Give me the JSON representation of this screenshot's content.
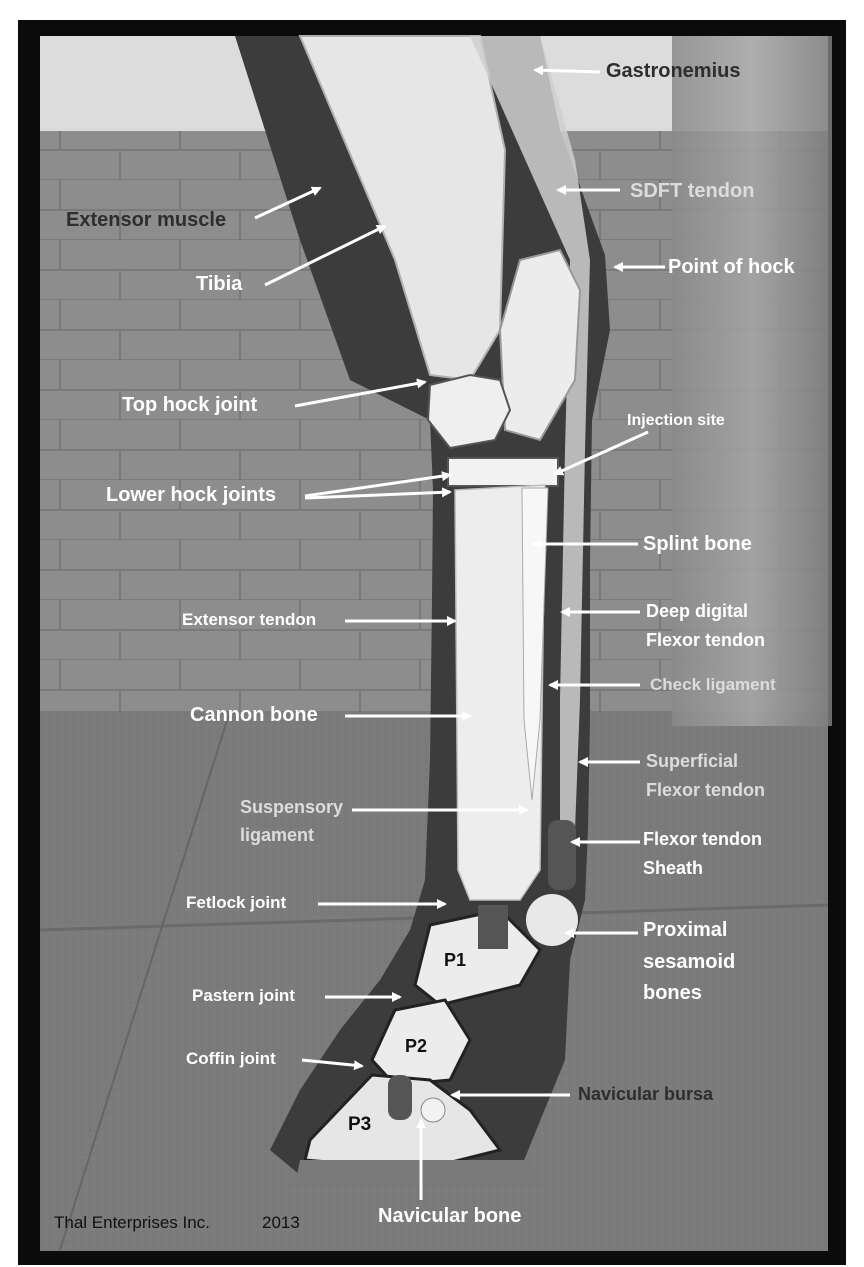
{
  "labels": {
    "gastrocnemius": "Gastronemius",
    "sdft_tendon": "SDFT tendon",
    "extensor_muscle": "Extensor muscle",
    "point_of_hock": "Point of hock",
    "tibia": "Tibia",
    "top_hock_joint": "Top hock joint",
    "injection_site": "Injection site",
    "lower_hock_joints": "Lower hock joints",
    "splint_bone": "Splint bone",
    "extensor_tendon": "Extensor tendon",
    "deep_digital_1": "Deep digital",
    "deep_digital_2": "Flexor tendon",
    "check_ligament": "Check ligament",
    "cannon_bone": "Cannon bone",
    "superficial_1": "Superficial",
    "superficial_2": "Flexor tendon",
    "suspensory_1": "Suspensory",
    "suspensory_2": "ligament",
    "flexor_sheath_1": "Flexor tendon",
    "flexor_sheath_2": "Sheath",
    "fetlock_joint": "Fetlock joint",
    "proximal_1": "Proximal",
    "proximal_2": "sesamoid",
    "proximal_3": "bones",
    "p1": "P1",
    "pastern_joint": "Pastern joint",
    "p2": "P2",
    "coffin_joint": "Coffin joint",
    "navicular_bursa": "Navicular bursa",
    "p3": "P3",
    "navicular_bone": "Navicular bone"
  },
  "footer": {
    "credit": "Thal Enterprises Inc.",
    "year": "2013"
  }
}
